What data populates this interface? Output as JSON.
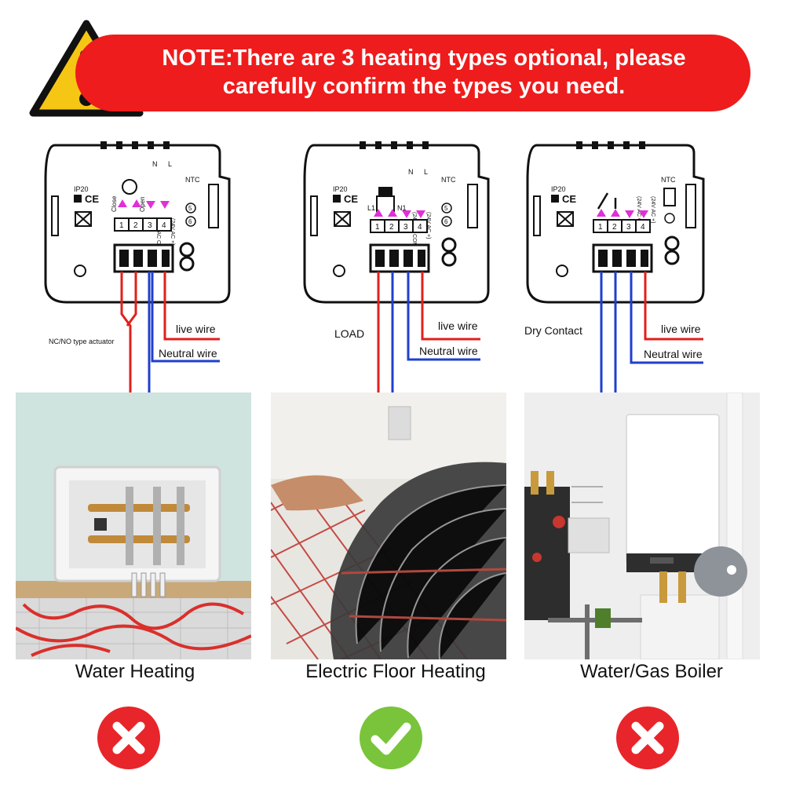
{
  "banner": {
    "line1": "NOTE:There are 3 heating types optional, please",
    "line2": "carefully confirm the types you need."
  },
  "panels": [
    {
      "caption": "Water Heating",
      "accepted": false,
      "load_label": "NC/NO type actuator",
      "live_label": "live wire",
      "neutral_label": "Neutral wire",
      "terminals": [
        "1",
        "2",
        "3",
        "4"
      ],
      "small_labels": {
        "ip": "IP20",
        "ce": "CE",
        "n": "N",
        "l": "L",
        "ntc": "NTC",
        "close": "Close",
        "open": "Open",
        "com": "(24V AC COM)",
        "plus": "(24V AC +)",
        "t5": "5",
        "t6": "6"
      }
    },
    {
      "caption": "Electric Floor Heating",
      "accepted": true,
      "load_label": "LOAD",
      "live_label": "live wire",
      "neutral_label": "Neutral wire",
      "terminals": [
        "1",
        "2",
        "3",
        "4"
      ],
      "small_labels": {
        "ip": "IP20",
        "ce": "CE",
        "n": "N",
        "l": "L",
        "ntc": "NTC",
        "l1": "L1",
        "n1": "N1",
        "com": "(24V AC COM)",
        "plus": "(24V AC +)",
        "t5": "5",
        "t6": "6"
      }
    },
    {
      "caption": "Water/Gas Boiler",
      "accepted": false,
      "load_label": "Dry Contact",
      "live_label": "live wire",
      "neutral_label": "Neutral wire",
      "terminals": [
        "1",
        "2",
        "3",
        "4"
      ],
      "small_labels": {
        "ip": "IP20",
        "ce": "CE",
        "ntc": "NTC",
        "com": "(24V AC COM)",
        "plus": "(24V AC +)"
      }
    }
  ],
  "colors": {
    "banner": "#ee1c1c",
    "warning": "#f6c614",
    "live": "#e0201c",
    "neutral": "#1f3fcc",
    "accept": "#79c43a",
    "reject": "#e8252a",
    "arrow": "#e030d8"
  },
  "icons": [
    "warning-icon",
    "check-icon",
    "cross-icon",
    "cross-icon"
  ]
}
